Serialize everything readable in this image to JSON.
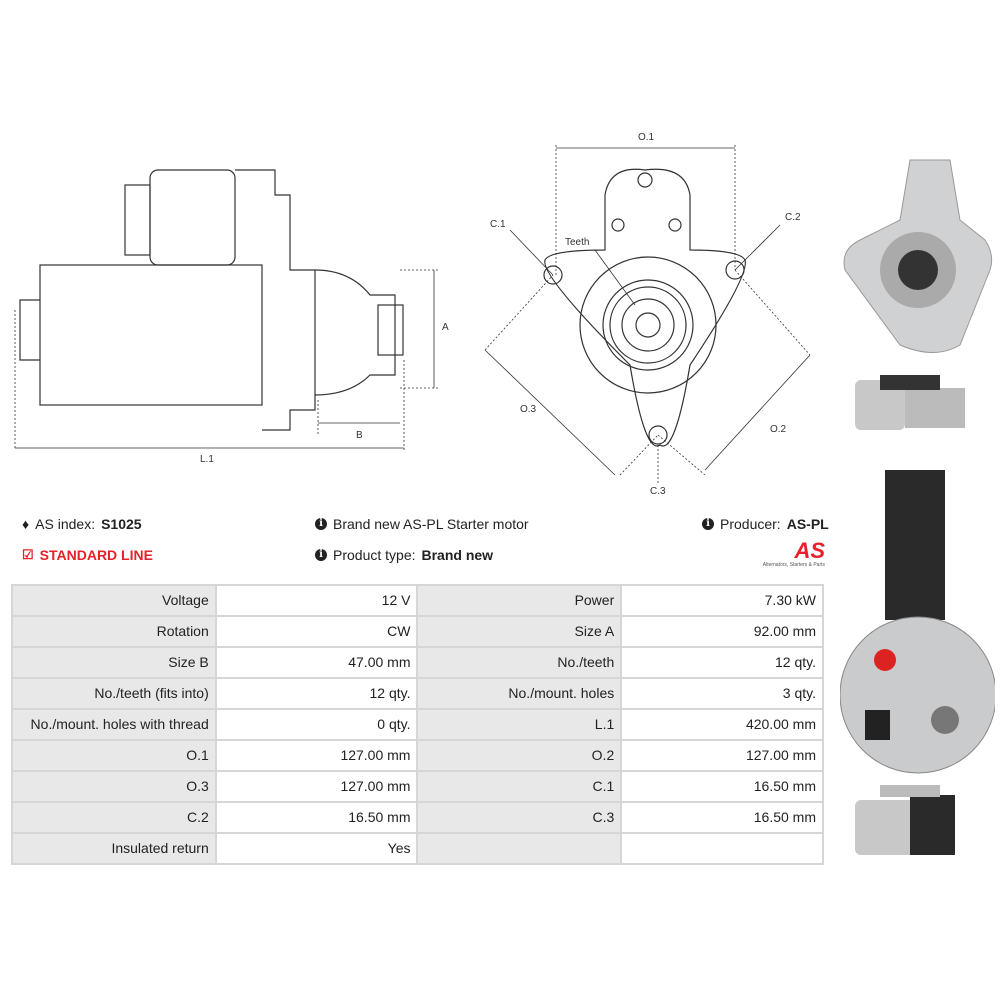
{
  "header": {
    "as_index_label": "AS index:",
    "as_index": "S1025",
    "line": "STANDARD LINE",
    "description": "Brand new AS-PL Starter motor",
    "product_type_label": "Product type:",
    "product_type": "Brand new",
    "producer_label": "Producer:",
    "producer": "AS-PL",
    "logo_text": "AS",
    "logo_tagline": "Alternators, Starters & Parts"
  },
  "diagram": {
    "side": {
      "a": "A",
      "b": "B",
      "l1": "L.1"
    },
    "front": {
      "o1": "O.1",
      "o2": "O.2",
      "o3": "O.3",
      "c1": "C.1",
      "c2": "C.2",
      "c3": "C.3",
      "teeth": "Teeth"
    }
  },
  "specs": [
    [
      "Voltage",
      "12 V",
      "Power",
      "7.30 kW"
    ],
    [
      "Rotation",
      "CW",
      "Size A",
      "92.00 mm"
    ],
    [
      "Size B",
      "47.00 mm",
      "No./teeth",
      "12 qty."
    ],
    [
      "No./teeth (fits into)",
      "12 qty.",
      "No./mount. holes",
      "3 qty."
    ],
    [
      "No./mount. holes with thread",
      "0 qty.",
      "L.1",
      "420.00 mm"
    ],
    [
      "O.1",
      "127.00 mm",
      "O.2",
      "127.00 mm"
    ],
    [
      "O.3",
      "127.00 mm",
      "C.1",
      "16.50 mm"
    ],
    [
      "C.2",
      "16.50 mm",
      "C.3",
      "16.50 mm"
    ],
    [
      "Insulated return",
      "Yes",
      "",
      ""
    ]
  ],
  "colors": {
    "accent": "#e8202a"
  }
}
